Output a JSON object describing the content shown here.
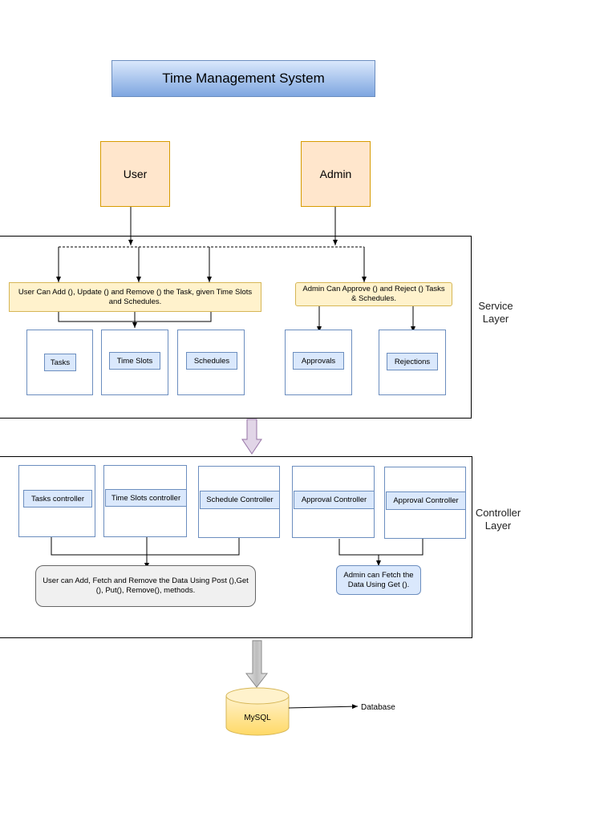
{
  "title": "Time Management System",
  "actors": {
    "user": "User",
    "admin": "Admin"
  },
  "service_layer": {
    "label": "Service\nLayer",
    "user_note": "User Can Add (), Update () and Remove () the Task, given Time Slots and Schedules.",
    "admin_note": "Admin Can Approve () and Reject () Tasks & Schedules.",
    "modules": [
      "Tasks",
      "Time Slots",
      "Schedules",
      "Approvals",
      "Rejections"
    ]
  },
  "controller_layer": {
    "label": "Controller\nLayer",
    "controllers": [
      "Tasks controller",
      "Time Slots controller",
      "Schedule Controller",
      "Approval Controller",
      "Approval Controller"
    ],
    "user_note": "User can Add, Fetch and Remove the Data Using Post (),Get (), Put(), Remove(), methods.",
    "admin_note": "Admin can Fetch the Data Using Get ()."
  },
  "database": {
    "name": "MySQL",
    "label": "Database"
  },
  "colors": {
    "title_fill_top": "#dae8fc",
    "title_fill_bottom": "#7ea6e0",
    "actor_fill": "#ffe6cc",
    "actor_stroke": "#d79b00",
    "note_fill": "#fff2cc",
    "module_stroke": "#6c8ebf",
    "tag_fill": "#dae8fc",
    "db_fill": "#fff2cc",
    "arrow_purple": "#e1d5e7",
    "arrow_gray": "#d0d0d0"
  }
}
